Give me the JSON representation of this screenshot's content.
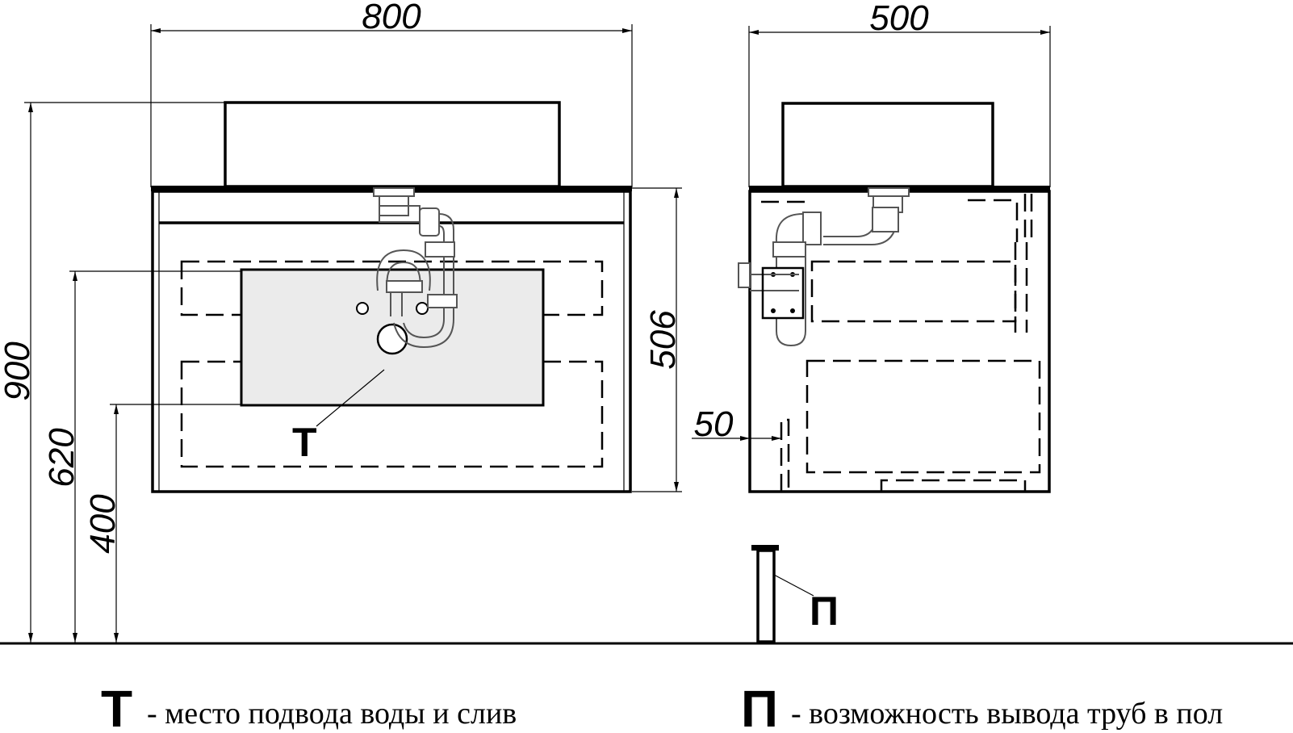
{
  "dimensions": {
    "front_width": "800",
    "side_depth": "500",
    "total_height": "900",
    "water_height": "620",
    "drain_height": "400",
    "cabinet_height": "506",
    "pipe_offset": "50"
  },
  "markers": {
    "t_label": "Т",
    "p_label": "П"
  },
  "legend": [
    {
      "letter": "Т",
      "text": "- место подвода воды и слив"
    },
    {
      "letter": "П",
      "text": "- возможность вывода труб в пол"
    }
  ],
  "colors": {
    "line": "#000000",
    "pipe": "#555555",
    "panel_fill": "#ebebeb"
  }
}
